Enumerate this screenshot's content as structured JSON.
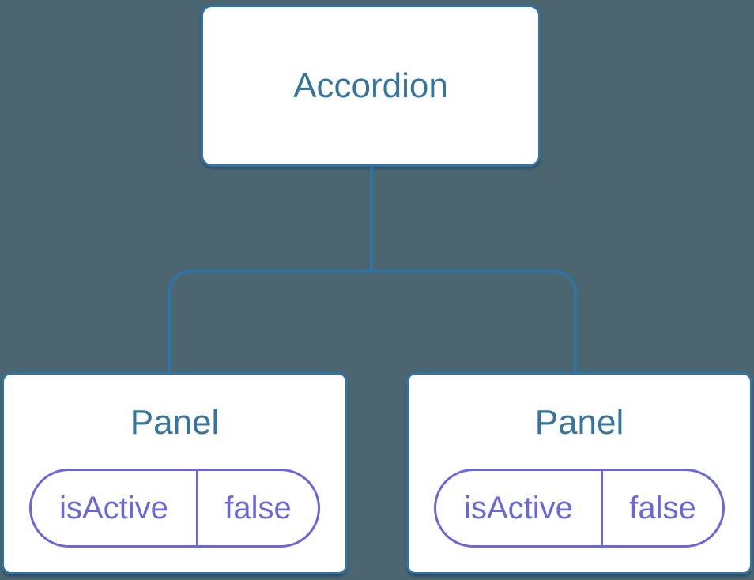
{
  "diagram": {
    "type": "component-tree",
    "root": {
      "label": "Accordion"
    },
    "children": [
      {
        "label": "Panel",
        "state": {
          "key": "isActive",
          "value": "false"
        }
      },
      {
        "label": "Panel",
        "state": {
          "key": "isActive",
          "value": "false"
        }
      }
    ]
  },
  "colors": {
    "background": "#4B6571",
    "node_fill": "#ffffff",
    "node_border": "#3174A4",
    "node_title": "#35749D",
    "state_accent": "#6A68D9"
  }
}
